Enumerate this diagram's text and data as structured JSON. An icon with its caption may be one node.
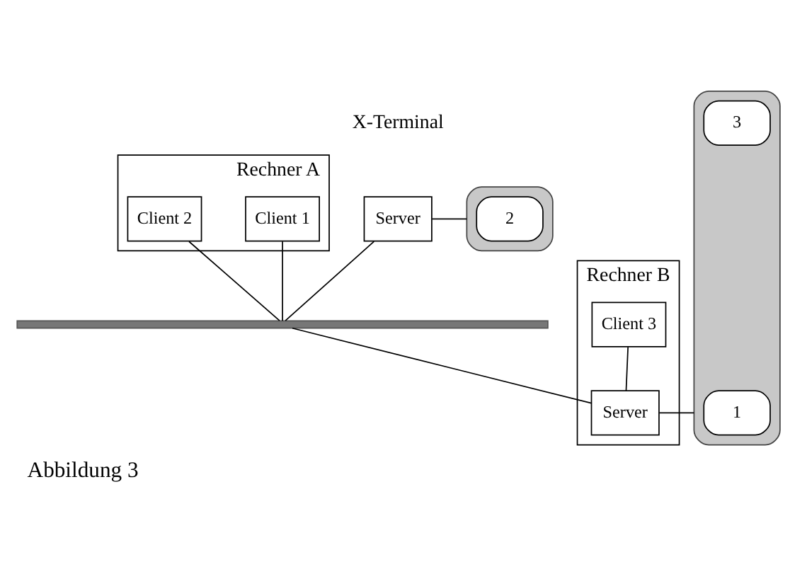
{
  "diagram": {
    "caption": "Abbildung 3",
    "nodes": [
      {
        "text": [
          "Rechner A"
        ]
      },
      {
        "text": [
          "Client 1"
        ],
        "in": 0
      },
      {
        "text": [
          "Client 2"
        ],
        "in": 0
      },
      {
        "text": [
          "Server"
        ]
      },
      {
        "text": [],
        "shape": "box"
      },
      {
        "text": [
          "2"
        ],
        "in": 4
      },
      {
        "text": [],
        "shape": "bar"
      },
      {
        "text": [
          "Rechner B"
        ]
      },
      {
        "text": [
          "Client 3"
        ],
        "in": 7
      },
      {
        "text": [
          "Server"
        ],
        "in": 7
      },
      {
        "text": [],
        "shape": "box"
      },
      {
        "text": [
          "1"
        ],
        "in": 10
      },
      {
        "text": [
          "3"
        ],
        "in": 10
      }
    ],
    "edges": [
      {
        "from": 1,
        "to": 6,
        "arrow": "none"
      },
      {
        "from": 2,
        "to": 6,
        "arrow": "none"
      },
      {
        "from": 3,
        "to": 6,
        "arrow": "none"
      },
      {
        "from": 3,
        "to": 4,
        "arrow": "none"
      },
      {
        "from": 6,
        "to": 9,
        "arrow": "none"
      },
      {
        "from": 8,
        "to": 9,
        "arrow": "none"
      },
      {
        "from": 9,
        "to": 10,
        "arrow": "none"
      }
    ],
    "labels": [
      "X-Terminal"
    ]
  }
}
